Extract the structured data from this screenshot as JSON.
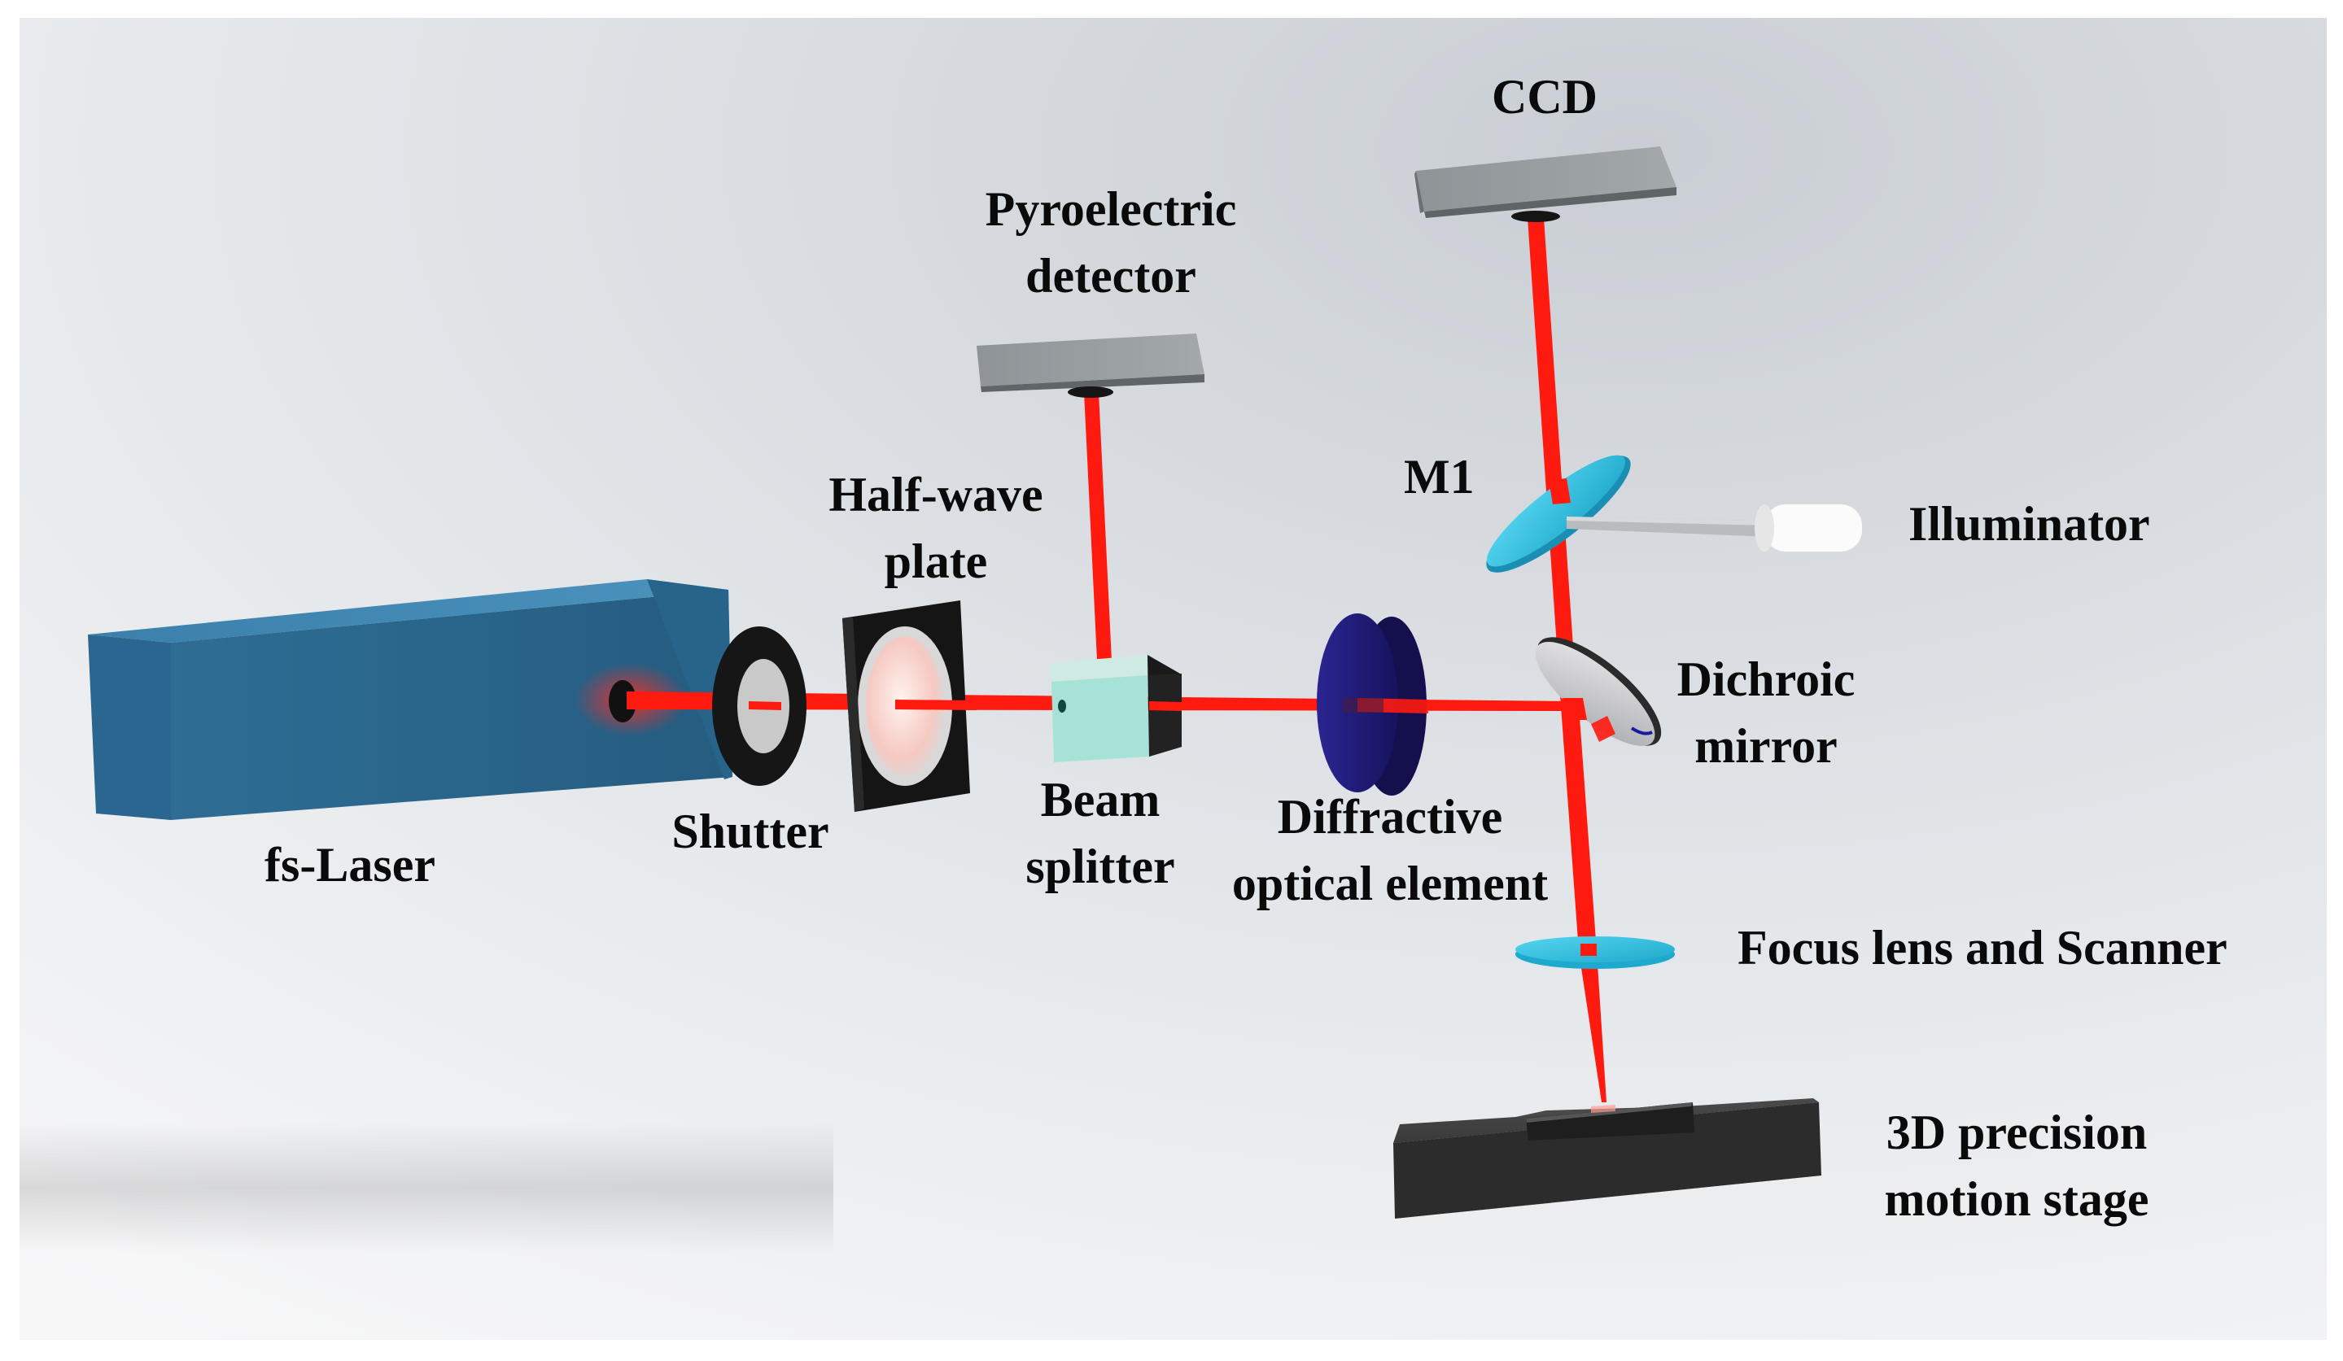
{
  "labels": {
    "ccd": "CCD",
    "pyroelectric_line1": "Pyroelectric",
    "pyroelectric_line2": "detector",
    "halfwave_line1": "Half-wave",
    "halfwave_line2": "plate",
    "m1": "M1",
    "illuminator": "Illuminator",
    "dichroic_line1": "Dichroic",
    "dichroic_line2": "mirror",
    "fs_laser": "fs-Laser",
    "shutter": "Shutter",
    "beam_line1": "Beam",
    "beam_line2": "splitter",
    "doe_line1": "Diffractive",
    "doe_line2": "optical element",
    "focus": "Focus lens and Scanner",
    "stage_line1": "3D precision",
    "stage_line2": "motion stage"
  },
  "colors": {
    "beam": "#ff1a10",
    "laser_box": "#2f6f96",
    "detector": "#7d8386",
    "stage": "#343434",
    "doe": "#1f1b7a",
    "cyan_optic": "#35c6e6",
    "beam_splitter": "#a6e3d6"
  }
}
